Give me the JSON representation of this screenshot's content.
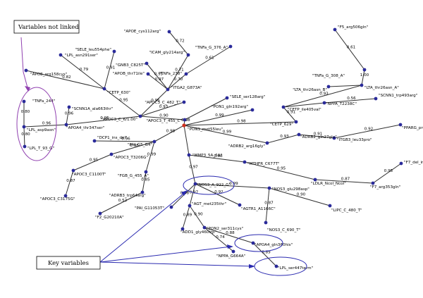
{
  "callouts": {
    "not_linked": "Variables not linked",
    "key": "Key variables"
  },
  "colors": {
    "node": "#2a2a9a",
    "hub": "#d03020",
    "purple_ring": "#9040b0",
    "blue_ring": "#2a2ab0"
  },
  "nodes": [
    {
      "id": "apoe_cys112",
      "label": "\"APOE_cys112arg\""
    },
    {
      "id": "f5_arg506",
      "label": "\"F5_arg506gln\""
    },
    {
      "id": "sele_leu554",
      "label": "\"SELE_leu554phe\""
    },
    {
      "id": "icam_gly214",
      "label": "\"ICAM_gly214arg\""
    },
    {
      "id": "tnfa_g376",
      "label": "\"TNFa_G_376_A\""
    },
    {
      "id": "lpl_asn291",
      "label": "\"LPL_asn291ser\""
    },
    {
      "id": "gnb3_c825",
      "label": "\"GNB3_C825T\""
    },
    {
      "id": "apoe_arg158",
      "label": "\"APOE_arg158cys\""
    },
    {
      "id": "apob_thr71",
      "label": "\"APOB_thr71ile\""
    },
    {
      "id": "tnfa_238",
      "label": "\"TNFa_238\""
    },
    {
      "id": "cetp_630",
      "label": "\"CETP_630\""
    },
    {
      "id": "itga2",
      "label": "\"ITGA2_G873A\""
    },
    {
      "id": "tnfa_g308",
      "label": "\"TNFa_G_308_A\""
    },
    {
      "id": "lta_thr26",
      "label": "\"LTA_thr26asn_A\""
    },
    {
      "id": "tnfa_244",
      "label": "\"TNFa_244\""
    },
    {
      "id": "scnn1a",
      "label": "\"SCNN1A_ala663thr\""
    },
    {
      "id": "apoc3_c482",
      "label": "\"APOC3_C_482_T\""
    },
    {
      "id": "lta_thr26b",
      "label": "\"LTA_thr26asn_B\""
    },
    {
      "id": "sele_ser128",
      "label": "\"SELE_ser128arg\""
    },
    {
      "id": "apoc3_c61",
      "label": "\"APOC3_C_6/1.00\""
    },
    {
      "id": "cetp_ile",
      "label": "\"CETP_ile405val\""
    },
    {
      "id": "pon1_gln192",
      "label": "\"PON1_gln192arg\""
    },
    {
      "id": "nppa_t2238",
      "label": "\"NPPA_T2238C\""
    },
    {
      "id": "scnn1_trp493",
      "label": "\"SCNN1_trp493arg\""
    },
    {
      "id": "apoa4_thr347",
      "label": "\"APOA4_thr347ser\""
    },
    {
      "id": "lpl_asp9",
      "label": "\"LPL_asp9asn\""
    },
    {
      "id": "apoc3_t455",
      "label": "\"APOC3_T_455_C\""
    },
    {
      "id": "cetp_629",
      "label": "\"CETP_629\""
    },
    {
      "id": "pon1_met55",
      "label": "\"PON1_met55leu\""
    },
    {
      "id": "pparg",
      "label": "\"PPARG_pro12ala\""
    },
    {
      "id": "lpl_t93",
      "label": "\"LPL_T_93_G\""
    },
    {
      "id": "dcp1",
      "label": "\"DCP1_ins_del\""
    },
    {
      "id": "adrb2_gln27",
      "label": "\"ADRB2_gln27glu\""
    },
    {
      "id": "itgb3",
      "label": "\"ITGB3_leu33pro\""
    },
    {
      "id": "pai_g5",
      "label": "\"PAI_G5_G4\""
    },
    {
      "id": "adrb2_arg16",
      "label": "\"ADRB2_arg16gly\""
    },
    {
      "id": "apoc3_t3206",
      "label": "\"APOC3_T3206G\""
    },
    {
      "id": "apoc3_c1100",
      "label": "\"APOC3_C1100T\""
    },
    {
      "id": "mmp3",
      "label": "\"MMP3_5A_6A\""
    },
    {
      "id": "mthfr",
      "label": "\"MTHFR_C677T\""
    },
    {
      "id": "f7_del",
      "label": "\"F7_del_ins\""
    },
    {
      "id": "fgb",
      "label": "\"FGB_G_455_A\""
    },
    {
      "id": "ldlr",
      "label": "\"LDLR_NcoI_NcoI\""
    },
    {
      "id": "f7_arg353",
      "label": "\"F7_arg353gln\""
    },
    {
      "id": "apoc3_c3175",
      "label": "\"APOC3_C3175G\""
    },
    {
      "id": "adrb3",
      "label": "\"ADRB3_trp64arg\""
    },
    {
      "id": "nos3_a922",
      "label": "\"NOS3_A_922_G\""
    },
    {
      "id": "nos3_glu298",
      "label": "\"NOS3_glu298asp\""
    },
    {
      "id": "pai_g11053",
      "label": "\"PAI_G11053T\""
    },
    {
      "id": "agt_met235",
      "label": "\"AGT_met235thr\""
    },
    {
      "id": "agtr1",
      "label": "\"AGTR1_A1166C\""
    },
    {
      "id": "lipc",
      "label": "\"LIPC_C_480_T\""
    },
    {
      "id": "f2",
      "label": "\"F2_G20210A\""
    },
    {
      "id": "nos3_c690",
      "label": "\"NOS3_C_690_T\""
    },
    {
      "id": "add1",
      "label": "\"ADD1_gly460trp\""
    },
    {
      "id": "pon2",
      "label": "\"PON2_ser311cys\""
    },
    {
      "id": "apoa4_gln360",
      "label": "\"APOA4_gln360his\""
    },
    {
      "id": "nppa_g664",
      "label": "\"NPPA_G664A\""
    },
    {
      "id": "lpl_ser447",
      "label": "\"LPL_ser447term\""
    }
  ],
  "edges": [
    {
      "from": "apoe_cys112",
      "to": "icam_gly214",
      "weight": "0.72"
    },
    {
      "from": "icam_gly214",
      "to": "itga2",
      "weight": "0.71"
    },
    {
      "from": "tnfa_g376",
      "to": "tnfa_238",
      "weight": "0.61"
    },
    {
      "from": "sele_leu554",
      "to": "cetp_630",
      "weight": "0.91"
    },
    {
      "from": "lpl_asn291",
      "to": "cetp_630",
      "weight": "0.79"
    },
    {
      "from": "apoe_arg158",
      "to": "cetp_630",
      "weight": "0.82"
    },
    {
      "from": "gnb3_c825",
      "to": "itga2",
      "weight": "0.95"
    },
    {
      "from": "apob_thr71",
      "to": "itga2",
      "weight": "0.97"
    },
    {
      "from": "tnfa_238",
      "to": "itga2",
      "weight": "0.70"
    },
    {
      "from": "cetp_630",
      "to": "apoc3_c61",
      "weight": "0.95"
    },
    {
      "from": "itga2",
      "to": "apoc3_c61",
      "weight": "0.96"
    },
    {
      "from": "apoc3_c482",
      "to": "apoc3_c61",
      "weight": "0.93"
    },
    {
      "from": "apoc3_c61",
      "to": "apoc3_t455",
      "weight": "0.90"
    },
    {
      "from": "sele_ser128",
      "to": "apoc3_t455",
      "weight": ""
    },
    {
      "from": "scnn1a",
      "to": "apoa4_thr347",
      "weight": "0.96"
    },
    {
      "from": "apoa4_thr347",
      "to": "apoc3_c61",
      "weight": "0.95"
    },
    {
      "from": "f5_arg506",
      "to": "tnfa_g308",
      "weight": "0.61"
    },
    {
      "from": "tnfa_g308",
      "to": "lta_thr26",
      "weight": "1.00"
    },
    {
      "from": "lta_thr26",
      "to": "cetp_ile",
      "weight": "0.93"
    },
    {
      "from": "lta_thr26",
      "to": "lta_thr26b",
      "weight": ""
    },
    {
      "from": "nppa_t2238",
      "to": "cetp_ile",
      "weight": ""
    },
    {
      "from": "scnn1_trp493",
      "to": "nppa_t2238",
      "weight": "0.56"
    },
    {
      "from": "cetp_ile",
      "to": "cetp_629",
      "weight": "0.91"
    },
    {
      "from": "pon1_gln192",
      "to": "pon1_met55",
      "weight": "0.99"
    },
    {
      "from": "cetp_629",
      "to": "pon1_met55",
      "weight": "0.98"
    },
    {
      "from": "apoc3_t455",
      "to": "pon1_met55",
      "weight": "0.98"
    },
    {
      "from": "pparg",
      "to": "itgb3",
      "weight": "0.92"
    },
    {
      "from": "itgb3",
      "to": "adrb2_gln27",
      "weight": "0.91"
    },
    {
      "from": "adrb2_gln27",
      "to": "adrb2_arg16",
      "weight": "0.93"
    },
    {
      "from": "adrb2_arg16",
      "to": "pon1_met55",
      "weight": "0.99"
    },
    {
      "from": "pai_g5",
      "to": "pon1_met55",
      "weight": "0.98"
    },
    {
      "from": "dcp1",
      "to": "pai_g5",
      "weight": "0.96"
    },
    {
      "from": "apoc3_t3206",
      "to": "pai_g5",
      "weight": "0.98"
    },
    {
      "from": "apoc3_c1100",
      "to": "apoc3_t3206",
      "weight": "0.95"
    },
    {
      "from": "apoc3_c3175",
      "to": "apoc3_c1100",
      "weight": "0.87"
    },
    {
      "from": "fgb",
      "to": "pai_g5",
      "weight": "0.99"
    },
    {
      "from": "adrb3",
      "to": "fgb",
      "weight": "0.85"
    },
    {
      "from": "f2",
      "to": "adrb3",
      "weight": "0.52"
    },
    {
      "from": "mmp3",
      "to": "pon1_met55",
      "weight": ""
    },
    {
      "from": "mmp3",
      "to": "mthfr",
      "weight": "0.98"
    },
    {
      "from": "mthfr",
      "to": "ldlr",
      "weight": "0.95"
    },
    {
      "from": "ldlr",
      "to": "f7_arg353",
      "weight": "0.87"
    },
    {
      "from": "f7_del",
      "to": "f7_arg353",
      "weight": "0.95"
    },
    {
      "from": "mmp3",
      "to": "nos3_a922",
      "weight": "0.97"
    },
    {
      "from": "nos3_a922",
      "to": "nos3_glu298",
      "weight": "0.99"
    },
    {
      "from": "nos3_glu298",
      "to": "lipc",
      "weight": "0.90"
    },
    {
      "from": "nos3_glu298",
      "to": "nos3_c690",
      "weight": "0.87"
    },
    {
      "from": "nos3_a922",
      "to": "agtr1",
      "weight": "0.92"
    },
    {
      "from": "nos3_a922",
      "to": "agt_met235",
      "weight": "0.97"
    },
    {
      "from": "pai_g11053",
      "to": "nos3_a922",
      "weight": "0.98"
    },
    {
      "from": "agt_met235",
      "to": "add1",
      "weight": "0.89"
    },
    {
      "from": "agt_met235",
      "to": "pon2",
      "weight": "0.90"
    },
    {
      "from": "pon2",
      "to": "nppa_g664",
      "weight": "0.74"
    },
    {
      "from": "pon2",
      "to": "apoa4_gln360",
      "weight": "0.88"
    },
    {
      "from": "apoa4_gln360",
      "to": "lpl_ser447",
      "weight": "0.89"
    },
    {
      "from": "tnfa_244",
      "to": "lpl_asp9",
      "weight": "0.80"
    },
    {
      "from": "lpl_asp9",
      "to": "lpl_t93",
      "weight": "0.80"
    },
    {
      "from": "lpl_asp9",
      "to": "apoa4_thr347",
      "weight": "0.96"
    }
  ]
}
